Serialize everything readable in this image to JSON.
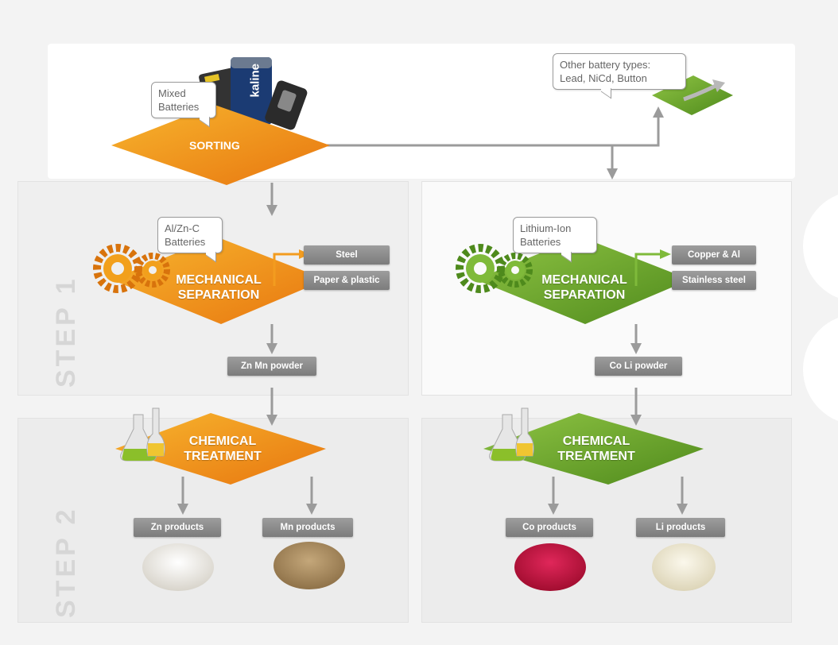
{
  "bubbles": {
    "mixed": "Mixed\nBatteries",
    "other": "Other battery types:\nLead, NiCd, Button",
    "alzn": "Al/Zn-C\nBatteries",
    "liion": "Lithium-Ion\nBatteries"
  },
  "sorting": "SORTING",
  "battery_brand": "kaline",
  "mechanical": "MECHANICAL\nSEPARATION",
  "chemical": "CHEMICAL\nTREATMENT",
  "left_outputs": [
    "Steel",
    "Paper & plastic"
  ],
  "right_outputs": [
    "Copper & Al",
    "Stainless steel"
  ],
  "left_powder": "Zn Mn powder",
  "right_powder": "Co Li powder",
  "products": [
    "Zn products",
    "Mn products",
    "Co products",
    "Li products"
  ],
  "steps": [
    "STEP 1",
    "STEP 2"
  ],
  "colors": {
    "orange": "#f0951e",
    "orange_dark": "#e07a12",
    "green": "#5f9b23",
    "green_light": "#7fba3a",
    "zn_powder": "#e9e6df",
    "mn_powder": "#a88a5e",
    "co_powder": "#c2123c",
    "li_powder": "#ece6cf"
  }
}
